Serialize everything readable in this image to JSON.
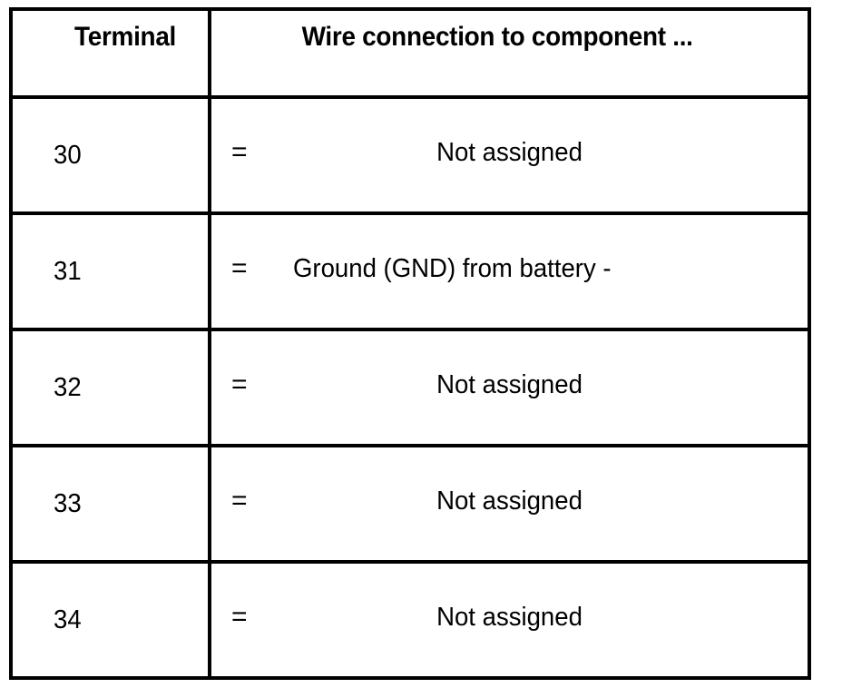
{
  "table": {
    "columns": [
      {
        "key": "terminal",
        "header": "Terminal"
      },
      {
        "key": "wire",
        "header": "Wire connection to component ..."
      }
    ],
    "equals_symbol": "=",
    "rows": [
      {
        "terminal": "30",
        "equals": "=",
        "wire": "Not assigned"
      },
      {
        "terminal": "31",
        "equals": "=",
        "wire": "Ground (GND) from battery -"
      },
      {
        "terminal": "32",
        "equals": "=",
        "wire": "Not assigned"
      },
      {
        "terminal": "33",
        "equals": "=",
        "wire": "Not assigned"
      },
      {
        "terminal": "34",
        "equals": "=",
        "wire": "Not assigned"
      }
    ]
  },
  "colors": {
    "border": "#000000",
    "text": "#000000",
    "background": "#ffffff"
  }
}
